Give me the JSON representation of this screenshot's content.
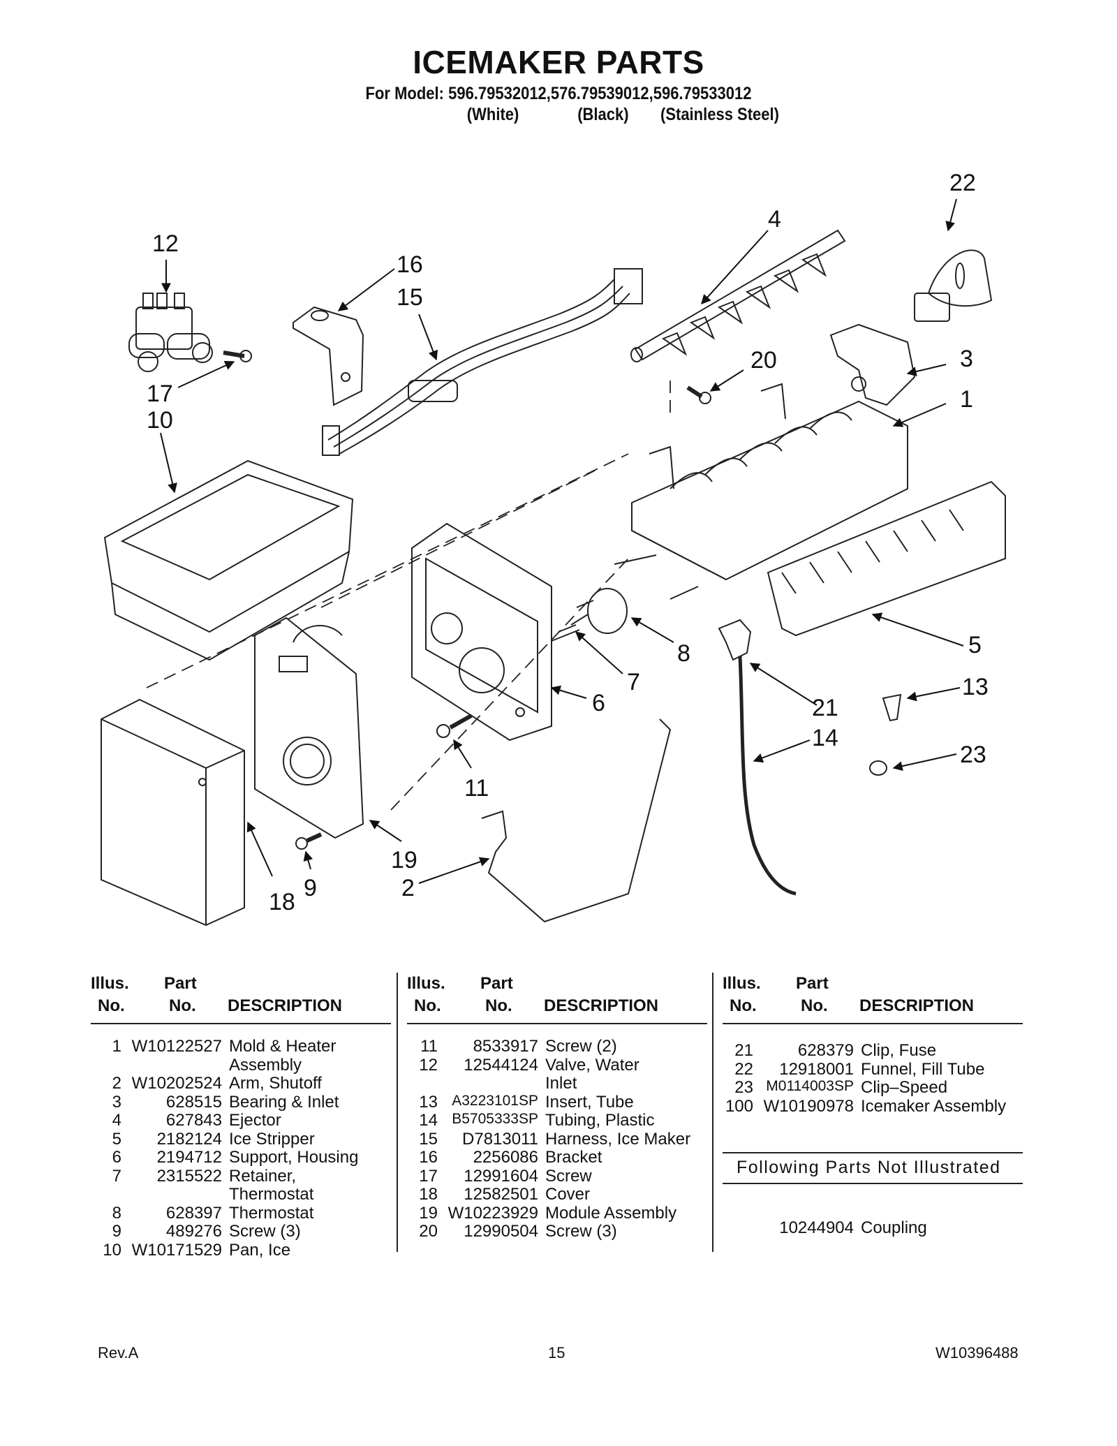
{
  "header": {
    "title": "ICEMAKER PARTS",
    "models": "For Model: 596.79532012,576.79539012,596.79533012",
    "variants": [
      "(White)",
      "(Black)",
      "(Stainless Steel)"
    ]
  },
  "diagram": {
    "callouts": [
      "12",
      "16",
      "15",
      "4",
      "22",
      "20",
      "3",
      "1",
      "17",
      "10",
      "8",
      "7",
      "6",
      "5",
      "13",
      "21",
      "14",
      "23",
      "11",
      "19",
      "2",
      "9",
      "18"
    ]
  },
  "table": {
    "headers": {
      "illus_line1": "Illus.",
      "illus_line2": "No.",
      "part_line1": "Part",
      "part_line2": "No.",
      "description": "DESCRIPTION"
    },
    "columns": [
      [
        {
          "no": "1",
          "part": "W10122527",
          "desc": "Mold & Heater"
        },
        {
          "no": "",
          "part": "",
          "desc": "Assembly"
        },
        {
          "no": "2",
          "part": "W10202524",
          "desc": "Arm, Shutoff"
        },
        {
          "no": "3",
          "part": "628515",
          "desc": "Bearing & Inlet"
        },
        {
          "no": "4",
          "part": "627843",
          "desc": "Ejector"
        },
        {
          "no": "5",
          "part": "2182124",
          "desc": "Ice Stripper"
        },
        {
          "no": "6",
          "part": "2194712",
          "desc": "Support, Housing"
        },
        {
          "no": "7",
          "part": "2315522",
          "desc": "Retainer,"
        },
        {
          "no": "",
          "part": "",
          "desc": "Thermostat"
        },
        {
          "no": "8",
          "part": "628397",
          "desc": "Thermostat"
        },
        {
          "no": "9",
          "part": "489276",
          "desc": "Screw (3)"
        },
        {
          "no": "10",
          "part": "W10171529",
          "desc": "Pan, Ice"
        }
      ],
      [
        {
          "no": "11",
          "part": "8533917",
          "desc": "Screw (2)"
        },
        {
          "no": "12",
          "part": "12544124",
          "desc": "Valve, Water"
        },
        {
          "no": "",
          "part": "",
          "desc": "Inlet"
        },
        {
          "no": "13",
          "part": "A3223101SP",
          "desc": "Insert, Tube"
        },
        {
          "no": "14",
          "part": "B5705333SP",
          "desc": "Tubing, Plastic"
        },
        {
          "no": "15",
          "part": "D7813011",
          "desc": "Harness, Ice Maker"
        },
        {
          "no": "16",
          "part": "2256086",
          "desc": "Bracket"
        },
        {
          "no": "17",
          "part": "12991604",
          "desc": "Screw"
        },
        {
          "no": "18",
          "part": "12582501",
          "desc": "Cover"
        },
        {
          "no": "19",
          "part": "W10223929",
          "desc": "Module Assembly"
        },
        {
          "no": "20",
          "part": "12990504",
          "desc": "Screw (3)"
        }
      ],
      [
        {
          "no": "21",
          "part": "628379",
          "desc": "Clip, Fuse"
        },
        {
          "no": "22",
          "part": "12918001",
          "desc": "Funnel, Fill Tube"
        },
        {
          "no": "23",
          "part": "M0114003SP",
          "desc": "Clip–Speed"
        },
        {
          "no": "100",
          "part": "W10190978",
          "desc": "Icemaker Assembly"
        }
      ]
    ],
    "not_illustrated": {
      "title": "Following Parts Not Illustrated",
      "items": [
        {
          "part": "10244904",
          "desc": "Coupling"
        }
      ]
    }
  },
  "footer": {
    "rev": "Rev.A",
    "page": "15",
    "doc_number": "W10396488"
  }
}
